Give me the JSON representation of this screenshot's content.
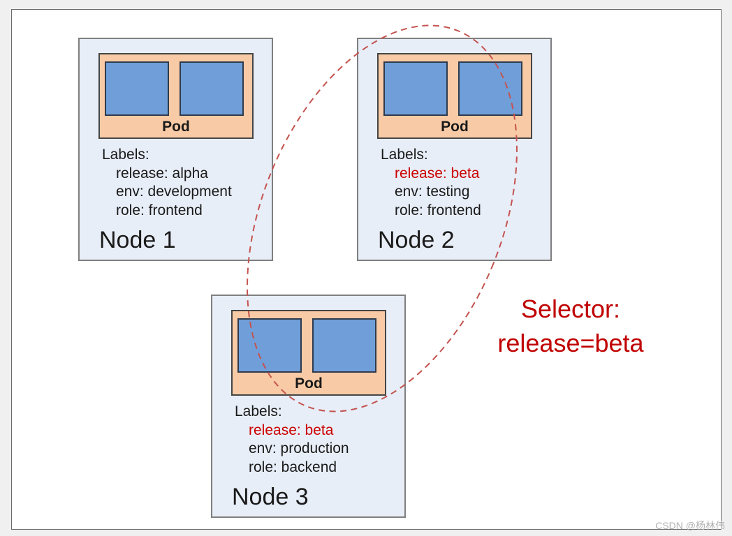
{
  "colors": {
    "page-bg": "#f0f0f0",
    "canvas-bg": "#ffffff",
    "canvas-border": "#6a6a6a",
    "node-fill": "#e8eef8",
    "node-border": "#7f7f7f",
    "pod-fill": "#f8cba6",
    "pod-border": "#454545",
    "container-fill": "#6f9ed9",
    "container-border": "#2f3b4c",
    "text": "#1a1a1a",
    "label-highlight": "#cc0000",
    "selector-text": "#c00000",
    "ellipse-stroke": "#c4534f",
    "watermark": "#b0b0b0"
  },
  "nodes": [
    {
      "title": "Node 1",
      "pod_label": "Pod",
      "container_count": 2,
      "labels_heading": "Labels:",
      "labels": [
        {
          "text": "release: alpha",
          "color": "#1a1a1a"
        },
        {
          "text": "env: development",
          "color": "#1a1a1a"
        },
        {
          "text": "role: frontend",
          "color": "#1a1a1a"
        }
      ]
    },
    {
      "title": "Node 2",
      "pod_label": "Pod",
      "container_count": 2,
      "labels_heading": "Labels:",
      "labels": [
        {
          "text": "release: beta",
          "color": "#cc0000"
        },
        {
          "text": "env: testing",
          "color": "#1a1a1a"
        },
        {
          "text": "role: frontend",
          "color": "#1a1a1a"
        }
      ]
    },
    {
      "title": "Node 3",
      "pod_label": "Pod",
      "container_count": 2,
      "labels_heading": "Labels:",
      "labels": [
        {
          "text": "release: beta",
          "color": "#cc0000"
        },
        {
          "text": "env: production",
          "color": "#1a1a1a"
        },
        {
          "text": "role: backend",
          "color": "#1a1a1a"
        }
      ]
    }
  ],
  "selector": {
    "line1": "Selector:",
    "line2": "release=beta"
  },
  "watermark": "CSDN @杨林伟"
}
